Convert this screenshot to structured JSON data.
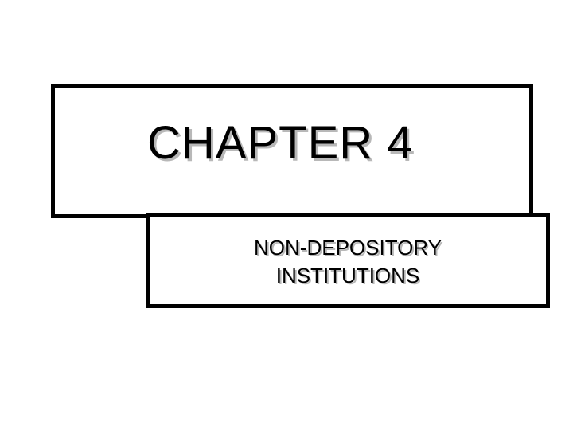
{
  "slide": {
    "title": "CHAPTER 4",
    "subtitle_lines": [
      "NON-DEPOSITORY",
      "INSTITUTIONS"
    ]
  },
  "colors": {
    "background": "#ffffff",
    "border": "#000000",
    "text": "#000000",
    "shadow": "#b8b8b8"
  }
}
